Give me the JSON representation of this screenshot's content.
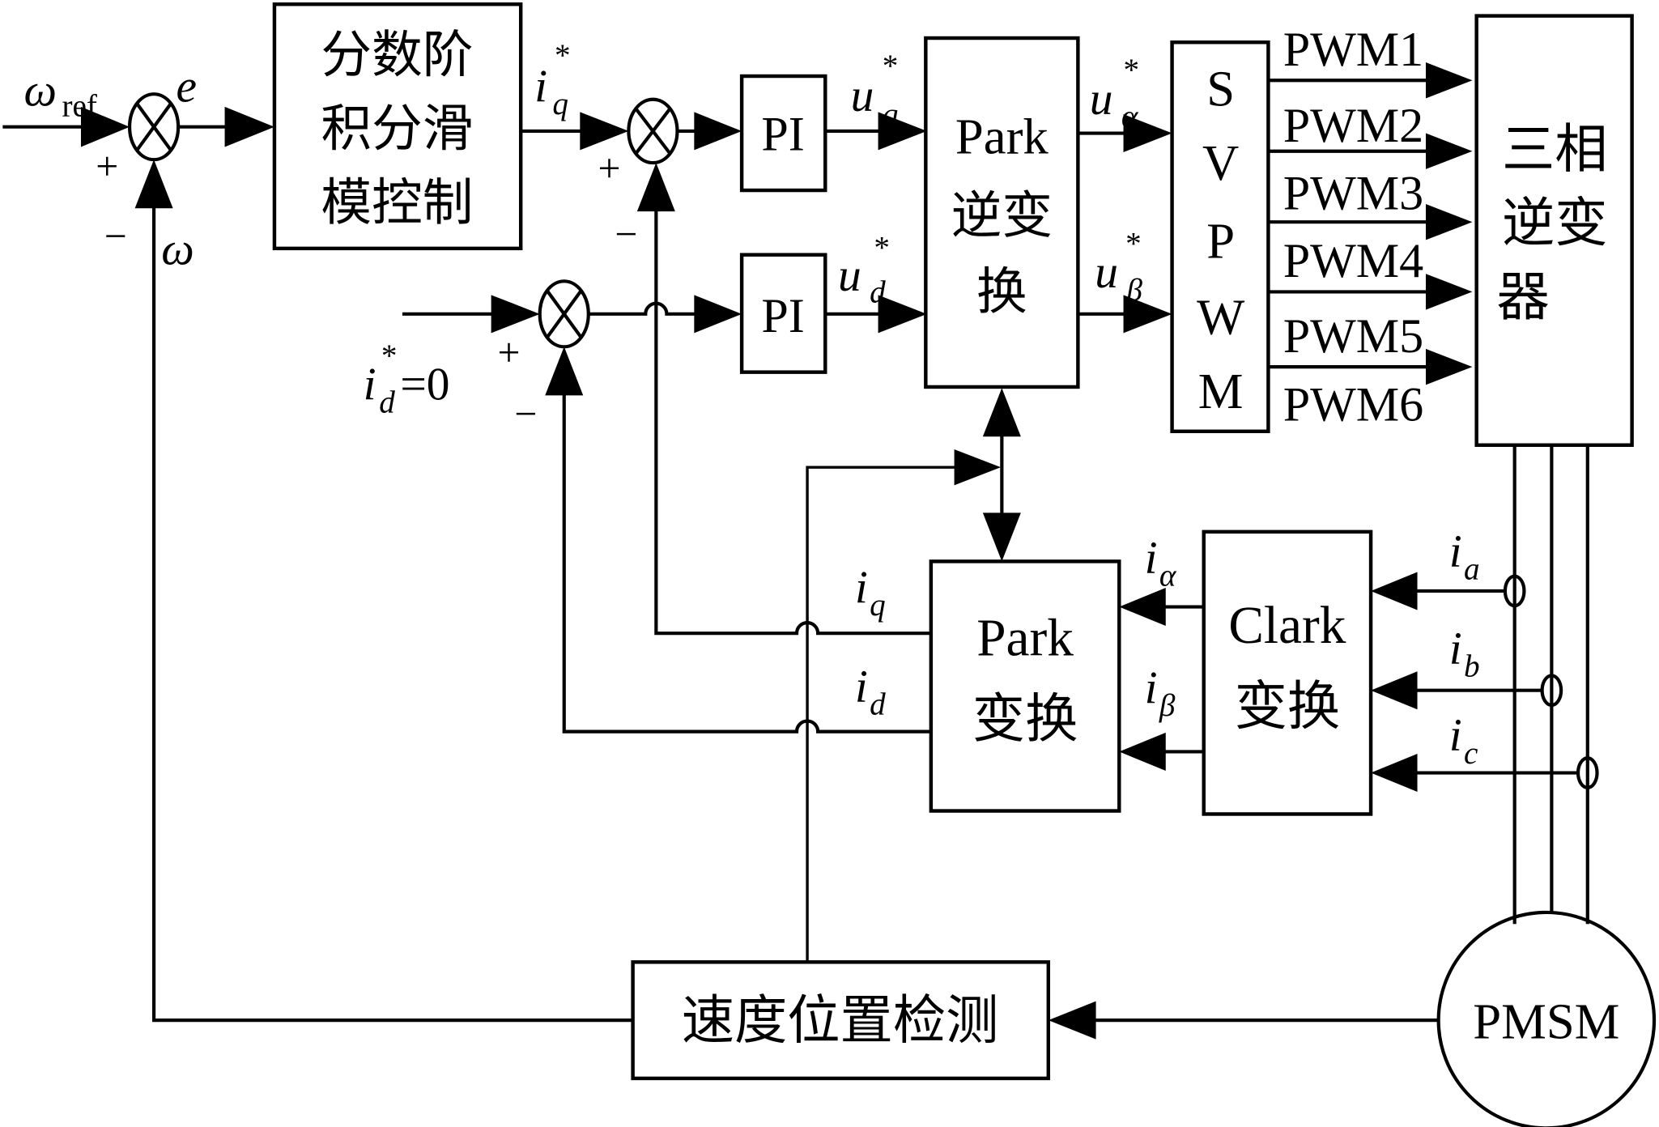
{
  "diagram": {
    "title": "PMSM fractional-order integral sliding mode vector control block diagram",
    "blocks": {
      "fosmc": [
        "分数阶",
        "积分滑",
        "模控制"
      ],
      "pi_q": "PI",
      "pi_d": "PI",
      "inv_park": [
        "Park",
        "逆变",
        "换"
      ],
      "svpwm": [
        "S",
        "V",
        "P",
        "W",
        "M"
      ],
      "inverter": [
        "三相",
        "逆变",
        "器"
      ],
      "park": [
        "Park",
        "变换"
      ],
      "clark": [
        "Clark",
        "变换"
      ],
      "speed_pos": "速度位置检测",
      "motor": "PMSM"
    },
    "signals": {
      "omega_ref_main": "ω",
      "omega_ref_sub": "ref",
      "error": "e",
      "omega": "ω",
      "iq_ref_main": "i",
      "iq_ref_sub": "q",
      "star": "*",
      "uq_main": "u",
      "uq_sub": "q",
      "ud_main": "u",
      "ud_sub": "d",
      "ualpha_main": "u",
      "ualpha_sub": "α",
      "ubeta_main": "u",
      "ubeta_sub": "β",
      "id_ref_main": "i",
      "id_ref_sub": "d",
      "id_ref_value": "=0",
      "iq_fb_main": "i",
      "iq_fb_sub": "q",
      "id_fb_main": "i",
      "id_fb_sub": "d",
      "ialpha_main": "i",
      "ialpha_sub": "α",
      "ibeta_main": "i",
      "ibeta_sub": "β",
      "ia_main": "i",
      "ia_sub": "a",
      "ib_main": "i",
      "ib_sub": "b",
      "ic_main": "i",
      "ic_sub": "c"
    },
    "pwm_labels": [
      "PWM1",
      "PWM2",
      "PWM3",
      "PWM4",
      "PWM5",
      "PWM6"
    ],
    "signs": {
      "plus": "+",
      "minus": "−"
    }
  }
}
